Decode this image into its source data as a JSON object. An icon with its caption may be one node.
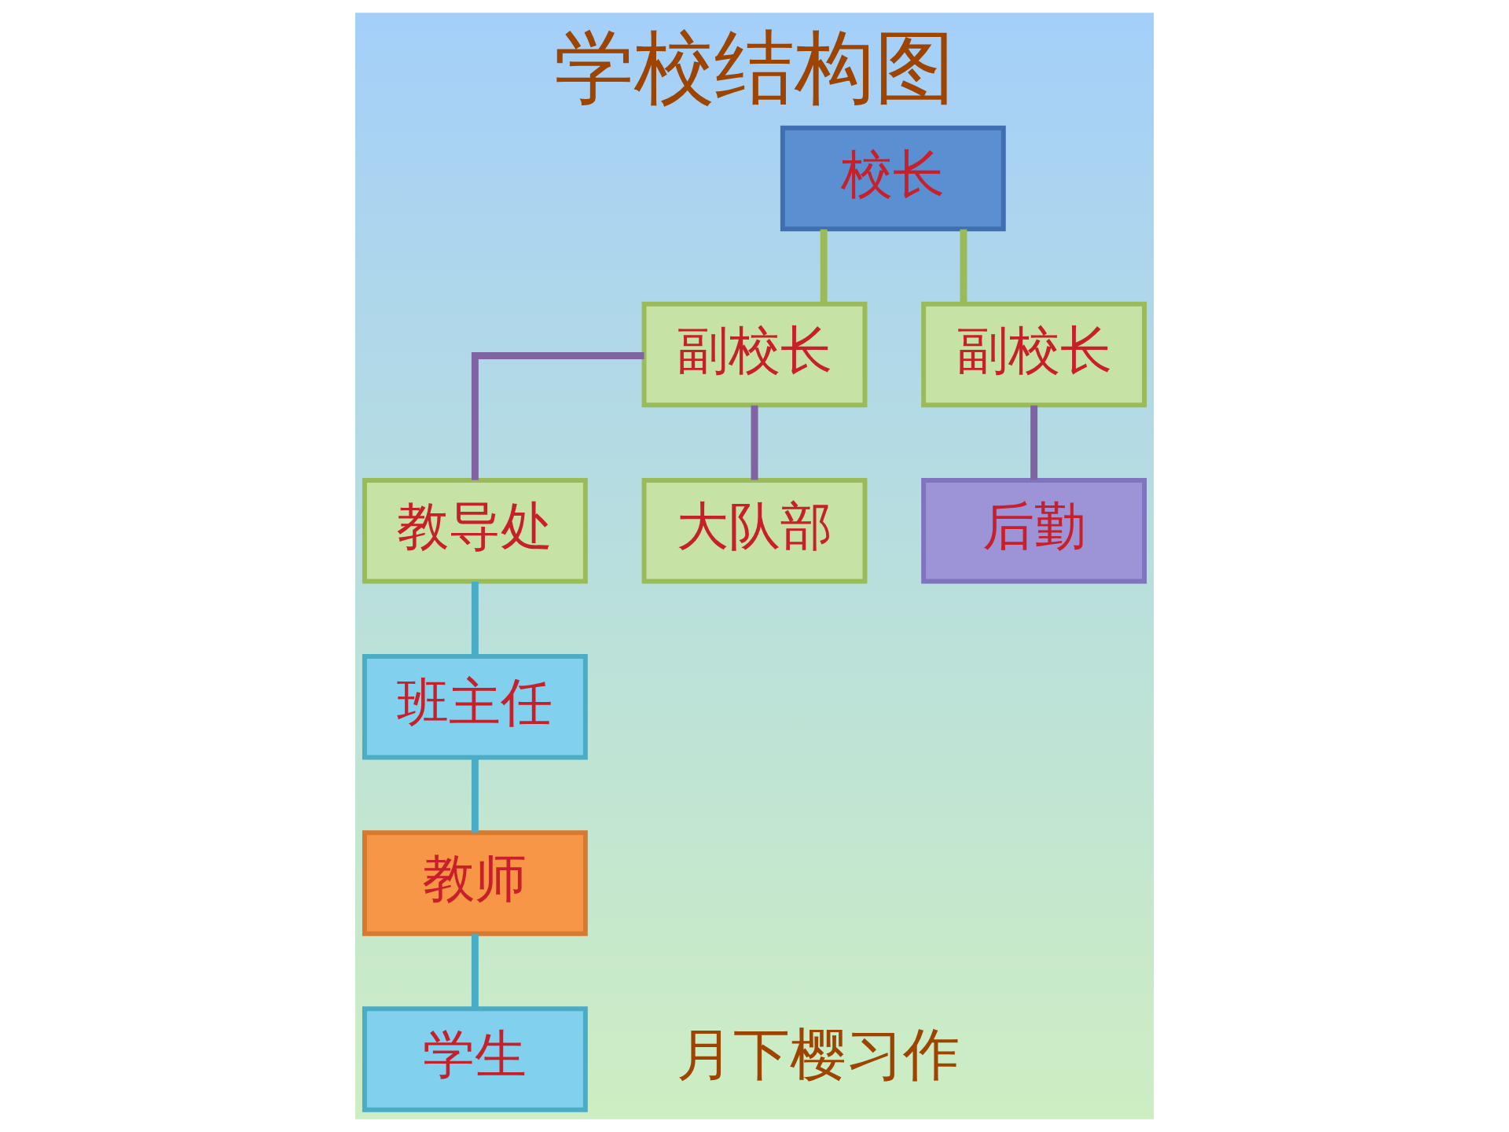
{
  "diagram": {
    "title": "学校结构图",
    "nodes": [
      {
        "text": [
          "校长"
        ]
      },
      {
        "text": [
          "副校长"
        ]
      },
      {
        "text": [
          "副校长"
        ]
      },
      {
        "text": [
          "教导处"
        ]
      },
      {
        "text": [
          "大队部"
        ]
      },
      {
        "text": [
          "后勤"
        ]
      },
      {
        "text": [
          "班主任"
        ]
      },
      {
        "text": [
          "教师"
        ]
      },
      {
        "text": [
          "学生"
        ]
      }
    ],
    "edges": [
      {
        "from": 0,
        "to": 1,
        "arrow": "none",
        "color": "#9bbb59"
      },
      {
        "from": 0,
        "to": 2,
        "arrow": "none",
        "color": "#9bbb59"
      },
      {
        "from": 1,
        "to": 3,
        "arrow": "none",
        "color": "#8064a2"
      },
      {
        "from": 1,
        "to": 4,
        "arrow": "none",
        "color": "#8064a2"
      },
      {
        "from": 2,
        "to": 5,
        "arrow": "none",
        "color": "#8064a2"
      },
      {
        "from": 3,
        "to": 6,
        "arrow": "none",
        "color": "#4bacc6"
      },
      {
        "from": 6,
        "to": 7,
        "arrow": "none",
        "color": "#4bacc6"
      },
      {
        "from": 7,
        "to": 8,
        "arrow": "none",
        "color": "#4bacc6"
      }
    ],
    "labels": [
      "月下樱习作"
    ]
  }
}
